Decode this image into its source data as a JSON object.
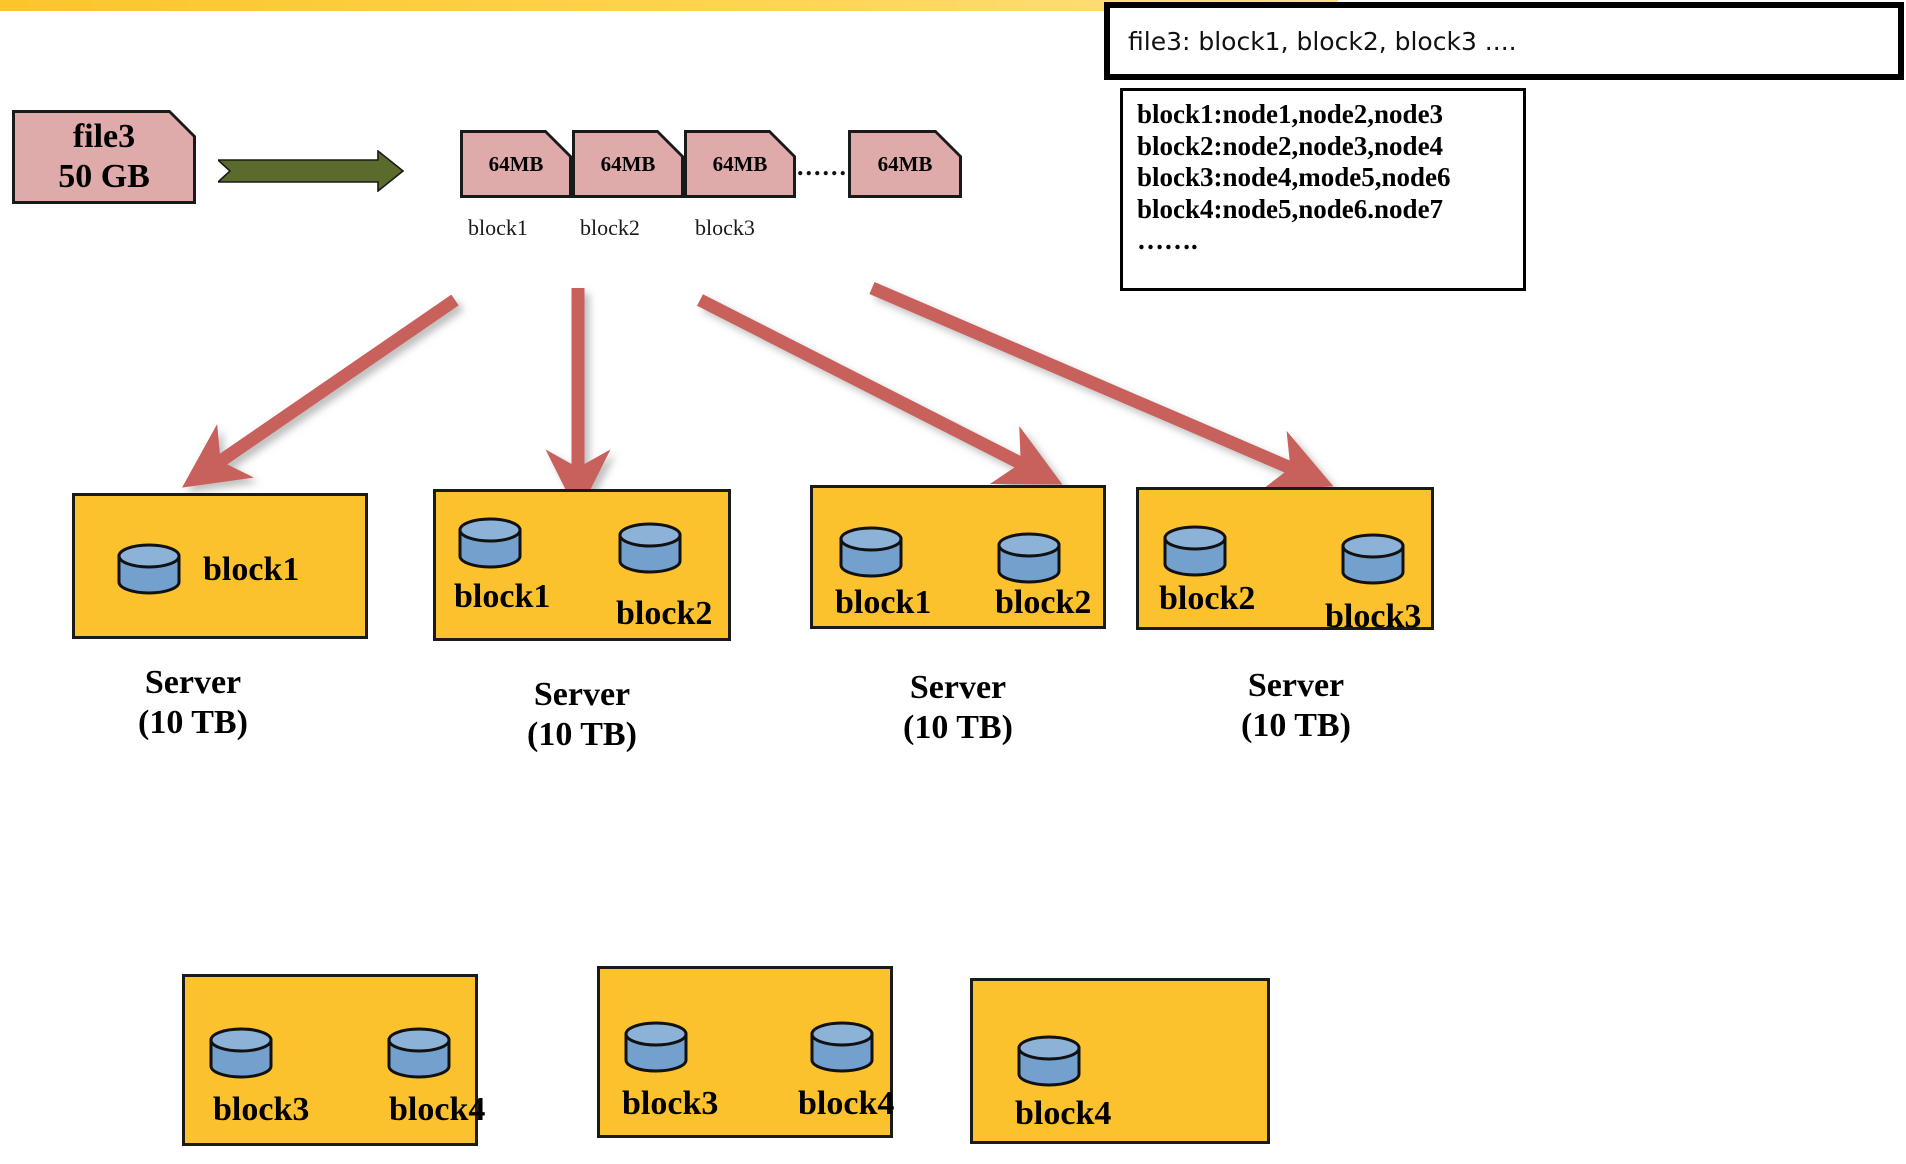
{
  "slide": {
    "title": "HDFS file block distribution diagram",
    "accent_gold": "#fcc22e",
    "pink": "#deaaaa",
    "arrow_red": "#c8605c",
    "arrow_green": "#5b6b2c",
    "disk_blue": "#74a0ce"
  },
  "source_file": {
    "name": "file3",
    "size": "50 GB"
  },
  "chunks": {
    "items": [
      {
        "size": "64MB",
        "caption": "block1"
      },
      {
        "size": "64MB",
        "caption": "block2"
      },
      {
        "size": "64MB",
        "caption": "block3"
      },
      {
        "size": "64MB",
        "caption": ""
      }
    ],
    "ellipsis": "......"
  },
  "file_map": {
    "text": "file3: block1, block2, block3 ...."
  },
  "block_map": {
    "lines": [
      "block1:node1,node2,node3",
      "block2:node2,node3,node4",
      "block3:node4,mode5,node6",
      "block4:node5,node6.node7",
      "……."
    ]
  },
  "servers_row1": [
    {
      "caption_line1": "Server",
      "caption_line2": "(10 TB)",
      "blocks": [
        "block1"
      ]
    },
    {
      "caption_line1": "Server",
      "caption_line2": "(10 TB)",
      "blocks": [
        "block1",
        "block2"
      ]
    },
    {
      "caption_line1": "Server",
      "caption_line2": "(10 TB)",
      "blocks": [
        "block1",
        "block2"
      ]
    },
    {
      "caption_line1": "Server",
      "caption_line2": "(10 TB)",
      "blocks": [
        "block2",
        "block3"
      ]
    }
  ],
  "servers_row2": [
    {
      "blocks": [
        "block3",
        "block4"
      ]
    },
    {
      "blocks": [
        "block3",
        "block4"
      ]
    },
    {
      "blocks": [
        "block4"
      ]
    }
  ]
}
